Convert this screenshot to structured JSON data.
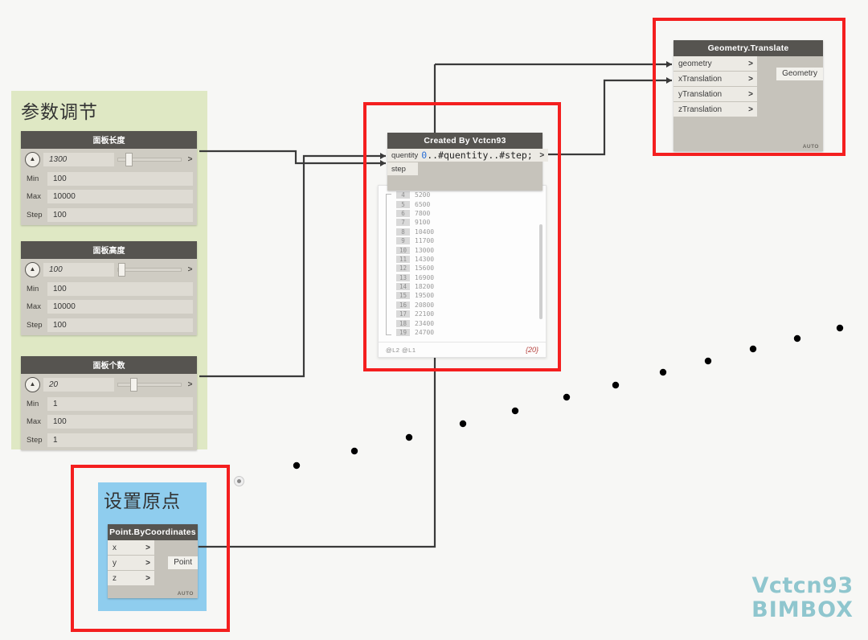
{
  "canvas": {
    "background": "#f7f7f5",
    "wire_color": "#3a3a3a",
    "annotation_color": "#f41f1f"
  },
  "groups": [
    {
      "name": "parameter-group",
      "title": "参数调节",
      "color": "#dfe8c4"
    },
    {
      "name": "origin-group",
      "title": "设置原点",
      "color": "#8fcdee"
    }
  ],
  "sliders": [
    {
      "title": "面板长度",
      "value": "1300",
      "min_label": "Min",
      "min": "100",
      "max_label": "Max",
      "max": "10000",
      "step_label": "Step",
      "step": "100",
      "handle_pct": 13,
      "collapse_icon": "chevron-up-icon",
      "out_caret": ">"
    },
    {
      "title": "面板高度",
      "value": "100",
      "min_label": "Min",
      "min": "100",
      "max_label": "Max",
      "max": "10000",
      "step_label": "Step",
      "step": "100",
      "handle_pct": 1,
      "collapse_icon": "chevron-up-icon",
      "out_caret": ">"
    },
    {
      "title": "面板个数",
      "value": "20",
      "min_label": "Min",
      "min": "1",
      "max_label": "Max",
      "max": "100",
      "step_label": "Step",
      "step": "1",
      "handle_pct": 20,
      "collapse_icon": "chevron-up-icon",
      "out_caret": ">"
    }
  ],
  "code_block": {
    "title": "Created By Vctcn93",
    "inputs": [
      "quentity",
      "step"
    ],
    "code_prefix": "0",
    "code_rest": "..#quentity..#step;",
    "out_caret": ">"
  },
  "preview": {
    "rows": [
      {
        "index": "4",
        "value": "5200"
      },
      {
        "index": "5",
        "value": "6500"
      },
      {
        "index": "6",
        "value": "7800"
      },
      {
        "index": "7",
        "value": "9100"
      },
      {
        "index": "8",
        "value": "10400"
      },
      {
        "index": "9",
        "value": "11700"
      },
      {
        "index": "10",
        "value": "13000"
      },
      {
        "index": "11",
        "value": "14300"
      },
      {
        "index": "12",
        "value": "15600"
      },
      {
        "index": "13",
        "value": "16900"
      },
      {
        "index": "14",
        "value": "18200"
      },
      {
        "index": "15",
        "value": "19500"
      },
      {
        "index": "16",
        "value": "20800"
      },
      {
        "index": "17",
        "value": "22100"
      },
      {
        "index": "18",
        "value": "23400"
      },
      {
        "index": "19",
        "value": "24700"
      }
    ],
    "lacing": "@L2 @L1",
    "count": "{20}"
  },
  "translate_node": {
    "title": "Geometry.Translate",
    "inputs": [
      "geometry",
      "xTranslation",
      "yTranslation",
      "zTranslation"
    ],
    "output": "Geometry",
    "auto": "AUTO",
    "caret": ">"
  },
  "point_node": {
    "title": "Point.ByCoordinates",
    "inputs": [
      "x",
      "y",
      "z"
    ],
    "output": "Point",
    "auto": "AUTO",
    "caret": ">"
  },
  "watermark": {
    "line1": "Vctcn93",
    "line2": "BIMBOX",
    "color": "#8fc6ce"
  },
  "chart_data": {
    "type": "scatter",
    "title": "",
    "xlabel": "",
    "ylabel": "",
    "series": [
      {
        "name": "translated-points",
        "x": [
          369,
          441,
          509,
          576,
          641,
          705,
          766,
          825,
          881,
          937,
          992,
          1045
        ],
        "y": [
          579,
          561,
          544,
          527,
          511,
          494,
          479,
          463,
          449,
          434,
          421,
          408
        ]
      }
    ],
    "point_color": "#000000",
    "grid": false,
    "legend": false
  }
}
